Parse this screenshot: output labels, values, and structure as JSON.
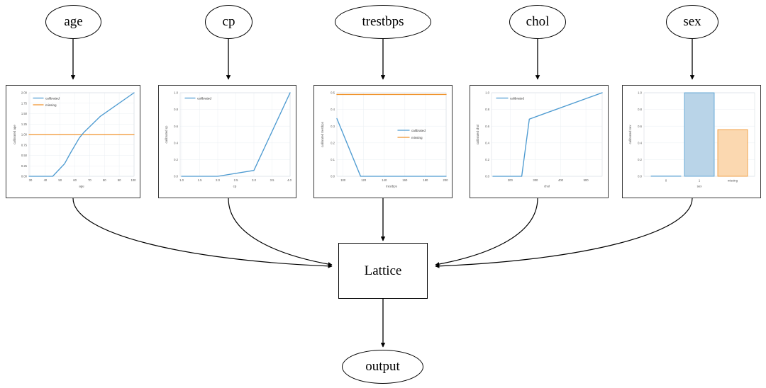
{
  "graph": {
    "input_nodes": [
      {
        "id": "age",
        "label": "age"
      },
      {
        "id": "cp",
        "label": "cp"
      },
      {
        "id": "trestbps",
        "label": "trestbps"
      },
      {
        "id": "chol",
        "label": "chol"
      },
      {
        "id": "sex",
        "label": "sex"
      }
    ],
    "lattice_node": {
      "label": "Lattice"
    },
    "output_node": {
      "label": "output"
    },
    "colors": {
      "calibrated": "#4e9bd1",
      "missing": "#f0922b",
      "edge": "#000000",
      "panel_border": "#3a3a3a"
    }
  },
  "chart_data": [
    {
      "id": "age",
      "type": "line",
      "title": "",
      "xlabel": "age",
      "ylabel": "calibrated age",
      "xlim": [
        29,
        100
      ],
      "ylim": [
        -0.08,
        2.05
      ],
      "xticks": [
        "30",
        "40",
        "50",
        "60",
        "70",
        "80",
        "90",
        "100"
      ],
      "xtickvals": [
        30,
        40,
        50,
        60,
        70,
        80,
        90,
        100
      ],
      "yticks": [
        "0.00",
        "0.25",
        "0.50",
        "0.75",
        "1.00",
        "1.25",
        "1.50",
        "1.75",
        "2.00"
      ],
      "ytickvals": [
        0.0,
        0.25,
        0.5,
        0.75,
        1.0,
        1.25,
        1.5,
        1.75,
        2.0
      ],
      "grid": true,
      "legend": [
        "calibrated",
        "missing"
      ],
      "legend_position": "upper left",
      "series": [
        {
          "name": "calibrated",
          "color": "#4e9bd1",
          "x": [
            29,
            45,
            53,
            57,
            63,
            66,
            77,
            100
          ],
          "values": [
            0.0,
            0.0,
            0.3,
            0.56,
            0.92,
            1.05,
            1.43,
            2.0
          ]
        },
        {
          "name": "missing",
          "color": "#f0922b",
          "x": [
            29,
            100
          ],
          "values": [
            1.0,
            1.0
          ]
        }
      ]
    },
    {
      "id": "cp",
      "type": "line",
      "title": "",
      "xlabel": "cp",
      "ylabel": "calibrated cp",
      "xlim": [
        1.0,
        4.0
      ],
      "ylim": [
        -0.04,
        1.04
      ],
      "xticks": [
        "1.0",
        "1.5",
        "2.0",
        "2.5",
        "3.0",
        "3.5",
        "4.0"
      ],
      "xtickvals": [
        1.0,
        1.5,
        2.0,
        2.5,
        3.0,
        3.5,
        4.0
      ],
      "yticks": [
        "0.0",
        "0.2",
        "0.4",
        "0.6",
        "0.8",
        "1.0"
      ],
      "ytickvals": [
        0.0,
        0.2,
        0.4,
        0.6,
        0.8,
        1.0
      ],
      "grid": true,
      "legend": [
        "calibrated"
      ],
      "legend_position": "upper left",
      "series": [
        {
          "name": "calibrated",
          "color": "#4e9bd1",
          "x": [
            1.0,
            2.0,
            3.0,
            4.0
          ],
          "values": [
            0.0,
            0.0,
            0.07,
            1.0
          ]
        }
      ]
    },
    {
      "id": "trestbps",
      "type": "line",
      "title": "",
      "xlabel": "trestbps",
      "ylabel": "calibrated trestbps",
      "xlim": [
        94,
        200
      ],
      "ylim": [
        -0.02,
        0.5
      ],
      "xticks": [
        "100",
        "120",
        "140",
        "160",
        "180",
        "200"
      ],
      "xtickvals": [
        100,
        120,
        140,
        160,
        180,
        200
      ],
      "yticks": [
        "0.0",
        "0.1",
        "0.2",
        "0.3",
        "0.4",
        "0.5"
      ],
      "ytickvals": [
        0.0,
        0.1,
        0.2,
        0.3,
        0.4,
        0.5
      ],
      "grid": true,
      "legend": [
        "calibrated",
        "missing"
      ],
      "legend_position": "center right",
      "series": [
        {
          "name": "calibrated",
          "color": "#4e9bd1",
          "x": [
            94,
            117,
            200
          ],
          "values": [
            0.345,
            0.0,
            0.0
          ]
        },
        {
          "name": "missing",
          "color": "#f0922b",
          "x": [
            94,
            200
          ],
          "values": [
            0.49,
            0.49
          ]
        }
      ]
    },
    {
      "id": "chol",
      "type": "line",
      "title": "",
      "xlabel": "chol",
      "ylabel": "calibrated chol",
      "xlim": [
        126,
        564
      ],
      "ylim": [
        -0.04,
        1.04
      ],
      "xticks": [
        "200",
        "300",
        "400",
        "500"
      ],
      "xtickvals": [
        200,
        300,
        400,
        500
      ],
      "yticks": [
        "0.0",
        "0.2",
        "0.4",
        "0.6",
        "0.8",
        "1.0"
      ],
      "ytickvals": [
        0.0,
        0.2,
        0.4,
        0.6,
        0.8,
        1.0
      ],
      "grid": true,
      "legend": [
        "calibrated"
      ],
      "legend_position": "upper left",
      "series": [
        {
          "name": "calibrated",
          "color": "#4e9bd1",
          "x": [
            126,
            240,
            270,
            564
          ],
          "values": [
            0.0,
            0.0,
            0.685,
            1.0
          ]
        }
      ]
    },
    {
      "id": "sex",
      "type": "bar",
      "title": "",
      "xlabel": "sex",
      "ylabel": "calibrated sex",
      "ylim": [
        0.0,
        1.04
      ],
      "categories": [
        "0",
        "1",
        "missing"
      ],
      "values": [
        0.0,
        1.0,
        0.56
      ],
      "bar_colors": [
        "#b9d4e8",
        "#b9d4e8",
        "#fbd8b0"
      ],
      "yticks": [
        "0.0",
        "0.2",
        "0.4",
        "0.6",
        "0.8",
        "1.0"
      ],
      "ytickvals": [
        0.0,
        0.2,
        0.4,
        0.6,
        0.8,
        1.0
      ],
      "grid": true,
      "legend": [],
      "legend_position": "none"
    }
  ]
}
